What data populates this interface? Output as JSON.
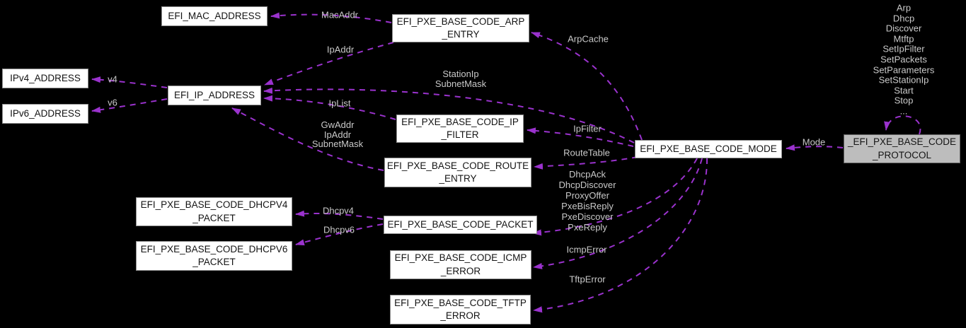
{
  "diagram": {
    "title": "_EFI_PXE_BASE_CODE_PROTOCOL collaboration diagram",
    "colors": {
      "background": "#000000",
      "edge": "#9a32cd",
      "edge_label": "#c9c9c9",
      "node_fill": "#ffffff",
      "node_border": "#8f8f8f",
      "highlight_node_fill": "#bdbdbd",
      "node_text": "#141414"
    },
    "nodes": {
      "mac": {
        "label": "EFI_MAC_ADDRESS"
      },
      "ipv4": {
        "label": "IPv4_ADDRESS"
      },
      "ipv6": {
        "label": "IPv6_ADDRESS"
      },
      "ip": {
        "label": "EFI_IP_ADDRESS"
      },
      "arp": {
        "label": "EFI_PXE_BASE_CODE_ARP\n_ENTRY"
      },
      "filter": {
        "label": "EFI_PXE_BASE_CODE_IP\n_FILTER"
      },
      "route": {
        "label": "EFI_PXE_BASE_CODE_ROUTE\n_ENTRY"
      },
      "packet": {
        "label": "EFI_PXE_BASE_CODE_PACKET"
      },
      "icmp": {
        "label": "EFI_PXE_BASE_CODE_ICMP\n_ERROR"
      },
      "tftp": {
        "label": "EFI_PXE_BASE_CODE_TFTP\n_ERROR"
      },
      "dhcpv4": {
        "label": "EFI_PXE_BASE_CODE_DHCPV4\n_PACKET"
      },
      "dhcpv6": {
        "label": "EFI_PXE_BASE_CODE_DHCPV6\n_PACKET"
      },
      "mode": {
        "label": "EFI_PXE_BASE_CODE_MODE"
      },
      "protocol": {
        "label": "_EFI_PXE_BASE_CODE\n_PROTOCOL"
      }
    },
    "edge_labels": {
      "mac_addr": "MacAddr",
      "ip_addr": "IpAddr",
      "arp_cache": "ArpCache",
      "station_subnet": "StationIp\nSubnetMask",
      "v4": "v4",
      "v6": "v6",
      "ip_list": "IpList",
      "gw_ip_subnet": "GwAddr\nIpAddr\nSubnetMask",
      "ip_filter": "IpFilter",
      "route_table": "RouteTable",
      "packets": "DhcpAck\nDhcpDiscover\nProxyOffer\nPxeBisReply\nPxeDiscover\nPxeReply",
      "dhcpv4": "Dhcpv4",
      "dhcpv6": "Dhcpv6",
      "icmp_error": "IcmpError",
      "tftp_error": "TftpError",
      "mode": "Mode",
      "protocol_methods": "Arp\nDhcp\nDiscover\nMtftp\nSetIpFilter\nSetPackets\nSetParameters\nSetStationIp\nStart\nStop\n..."
    }
  }
}
